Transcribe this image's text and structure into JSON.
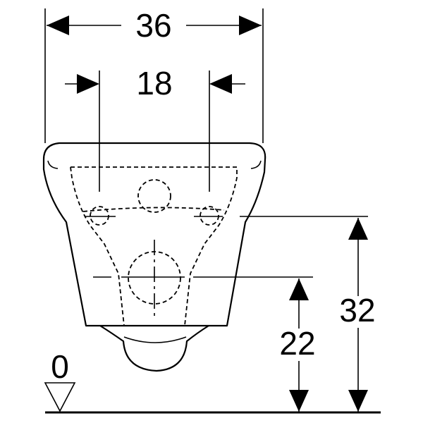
{
  "dimensions": {
    "overall_width": "36",
    "fixing_centres": "18",
    "fixing_height": "32",
    "outlet_height": "22",
    "floor_reference": "0"
  }
}
